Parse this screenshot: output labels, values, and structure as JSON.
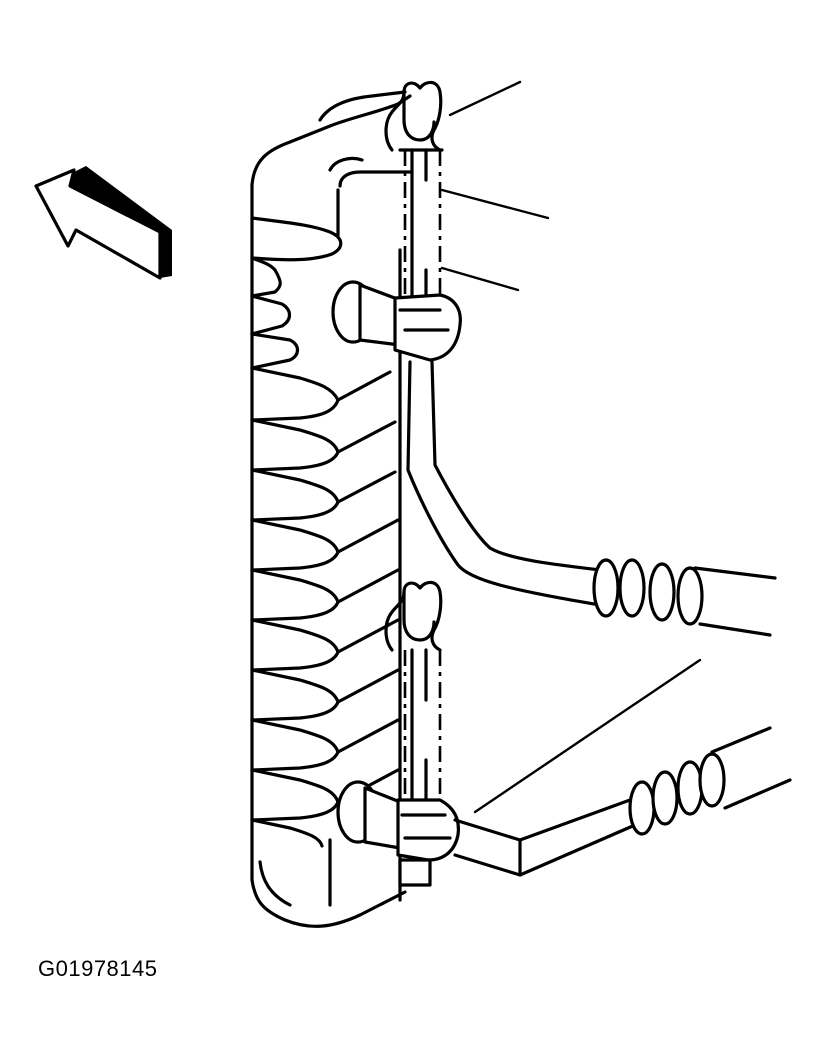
{
  "figure": {
    "id_label": "G01978145",
    "colors": {
      "line": "#000000",
      "background": "#ffffff"
    },
    "components": [
      "direction-arrow",
      "radiator-tank",
      "upper-cooler-fitting",
      "lower-cooler-fitting",
      "upper-retaining-clip",
      "lower-retaining-clip",
      "upper-cooler-line",
      "lower-cooler-line",
      "leader-lines"
    ]
  }
}
